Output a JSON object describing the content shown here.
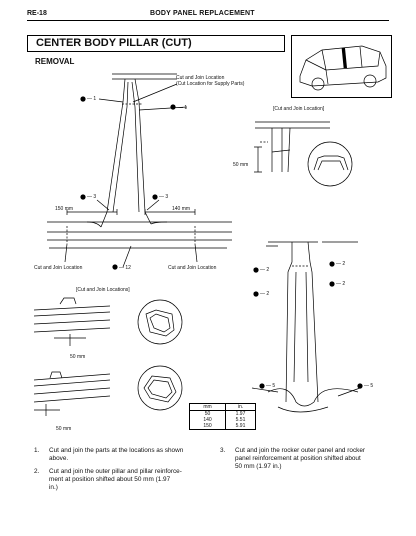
{
  "header": {
    "page_code": "RE-18",
    "section_title": "BODY PANEL REPLACEMENT"
  },
  "title": "CENTER BODY PILLAR (CUT)",
  "section": "REMOVAL",
  "diagram_main": {
    "cut_join_location": "Cut and Join Location",
    "cut_supply_parts": "(Cut Location for Supply Parts)",
    "callout_1": "1",
    "callout_3": "3",
    "callout_12": "12",
    "dim_150": "150 mm",
    "dim_140": "140 mm",
    "label_left": "Cut and Join Location",
    "label_right": "Cut and Join Location"
  },
  "diagram_detail": {
    "heading": "[Cut and Join Location]",
    "dim_50": "50 mm"
  },
  "diagram_locations": {
    "heading": "[Cut and Join Locations]",
    "dim_upper": "50 mm",
    "dim_lower": "50 mm"
  },
  "diagram_right": {
    "callout_2": "2",
    "callout_5": "5"
  },
  "spec_table": {
    "headers": [
      "mm",
      "in."
    ],
    "rows": [
      [
        "50",
        "1.97"
      ],
      [
        "140",
        "5.51"
      ],
      [
        "150",
        "5.91"
      ]
    ]
  },
  "instructions": [
    {
      "num": "1.",
      "line1": "Cut and join the parts at the locations as shown",
      "line2": "above.",
      "line3": ""
    },
    {
      "num": "2.",
      "line1": "Cut and join the outer pillar and pillar reinforce-",
      "line2": "ment at position shifted about 50 mm (1.97",
      "line3": "in.)"
    },
    {
      "num": "3.",
      "line1": "Cut and join the rocker outer panel and rocker",
      "line2": "panel reinforcement at position shifted about",
      "line3": "50 mm (1.97 in.)"
    }
  ]
}
